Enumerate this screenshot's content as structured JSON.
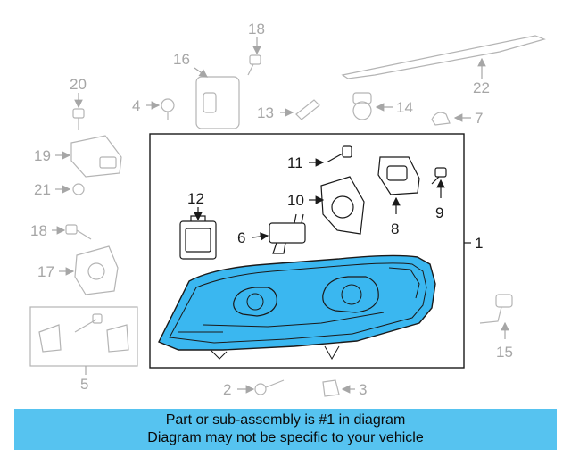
{
  "callouts": {
    "c1": "1",
    "c2": "2",
    "c3": "3",
    "c4": "4",
    "c5": "5",
    "c6": "6",
    "c7": "7",
    "c8": "8",
    "c9": "9",
    "c10": "10",
    "c11": "11",
    "c12": "12",
    "c13": "13",
    "c14": "14",
    "c15": "15",
    "c16": "16",
    "c17": "17",
    "c18a": "18",
    "c18b": "18",
    "c19": "19",
    "c20": "20",
    "c21": "21",
    "c22": "22"
  },
  "banner": {
    "line1": "Part or sub-assembly is #1 in diagram",
    "line2": "Diagram may not be specific to your vehicle"
  },
  "colors": {
    "highlight": "#3ab7f0",
    "outline_dark": "#1a1a1a",
    "outline_dim": "#b4b4b4",
    "banner": "#56c3f0"
  }
}
